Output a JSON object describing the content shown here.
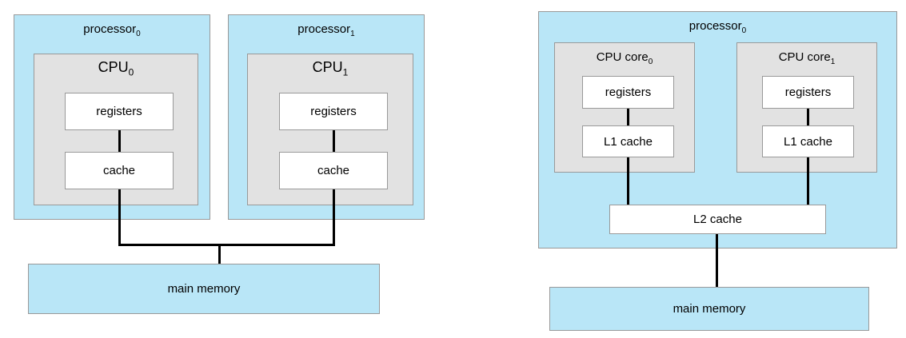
{
  "figure": {
    "colors": {
      "processor_fill": "#b9e6f7",
      "cpu_fill": "#e2e2e2",
      "inner_box_fill": "#ffffff",
      "border": "#999999",
      "line": "#000000"
    },
    "left_diagram": {
      "processors": [
        {
          "name": "processor",
          "sub": "0",
          "cpu_name": "CPU",
          "cpu_sub": "0",
          "registers_label": "registers",
          "cache_label": "cache"
        },
        {
          "name": "processor",
          "sub": "1",
          "cpu_name": "CPU",
          "cpu_sub": "1",
          "registers_label": "registers",
          "cache_label": "cache"
        }
      ],
      "main_memory_label": "main memory"
    },
    "right_diagram": {
      "processor_name": "processor",
      "processor_sub": "0",
      "cores": [
        {
          "name": "CPU core",
          "sub": "0",
          "registers_label": "registers",
          "l1_label": "L1 cache"
        },
        {
          "name": "CPU core",
          "sub": "1",
          "registers_label": "registers",
          "l1_label": "L1 cache"
        }
      ],
      "l2_label": "L2 cache",
      "main_memory_label": "main memory"
    }
  }
}
